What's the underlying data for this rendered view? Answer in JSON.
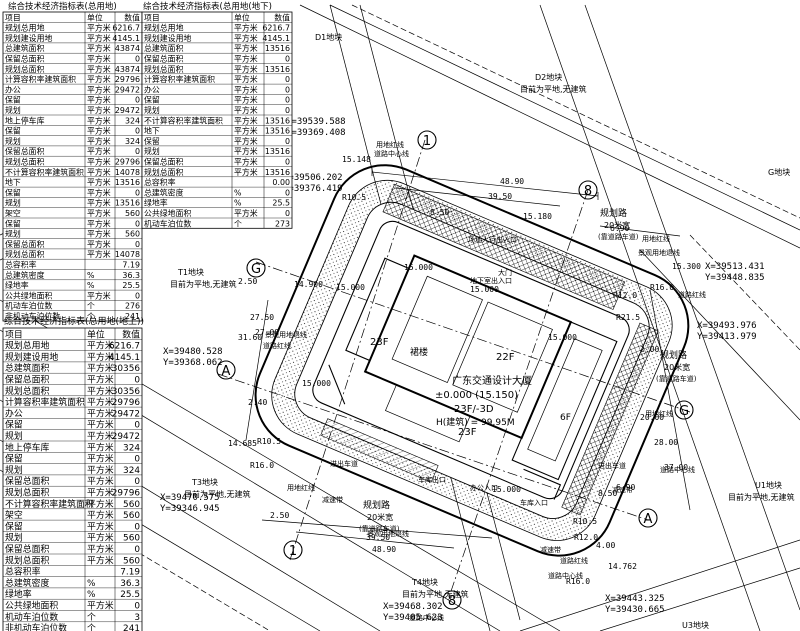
{
  "tables": {
    "header_left": "综合技术经济指标表(总用地)",
    "header_right": "综合技术经济指标表(总用地(地下)",
    "header_upper": "综合技术经济指标表(总用地(地上))",
    "col_item": "项目",
    "col_unit": "单位",
    "col_value": "数值",
    "rows_left": [
      [
        "规划总用地",
        "平方米",
        "6216.7"
      ],
      [
        "规划建设用地",
        "平方米",
        "4145.1"
      ],
      [
        "总建筑面积",
        "平方米",
        "43874"
      ],
      [
        "保留总面积",
        "平方米",
        "0"
      ],
      [
        "规划总面积",
        "平方米",
        "43874"
      ],
      [
        "计算容积率建筑面积",
        "平方米",
        "29796"
      ],
      [
        "办公",
        "平方米",
        "29472"
      ],
      [
        "保留",
        "平方米",
        "0"
      ],
      [
        "规划",
        "平方米",
        "29472"
      ],
      [
        "地上停车库",
        "平方米",
        "324"
      ],
      [
        "保留",
        "平方米",
        "0"
      ],
      [
        "规划",
        "平方米",
        "324"
      ],
      [
        "保留总面积",
        "平方米",
        "0"
      ],
      [
        "规划总面积",
        "平方米",
        "29796"
      ],
      [
        "不计算容积率建筑面积",
        "平方米",
        "14078"
      ],
      [
        "地下",
        "平方米",
        "13516"
      ],
      [
        "保留",
        "平方米",
        "0"
      ],
      [
        "规划",
        "平方米",
        "13516"
      ],
      [
        "架空",
        "平方米",
        "560"
      ],
      [
        "保留",
        "平方米",
        "0"
      ],
      [
        "规划",
        "平方米",
        "560"
      ],
      [
        "保留总面积",
        "平方米",
        "0"
      ],
      [
        "规划总面积",
        "平方米",
        "14078"
      ],
      [
        "总容积率",
        "",
        "7.19"
      ],
      [
        "总建筑密度",
        "%",
        "36.3"
      ],
      [
        "绿地率",
        "%",
        "25.5"
      ],
      [
        "公共绿地面积",
        "平方米",
        "0"
      ],
      [
        "机动车泊位数",
        "个",
        "276"
      ],
      [
        "非机动车泊位数",
        "个",
        "241"
      ]
    ],
    "rows_right": [
      [
        "规划总用地",
        "平方米",
        "6216.7"
      ],
      [
        "规划建设用地",
        "平方米",
        "4145.1"
      ],
      [
        "总建筑面积",
        "平方米",
        "13516"
      ],
      [
        "保留总面积",
        "平方米",
        "0"
      ],
      [
        "规划总面积",
        "平方米",
        "13516"
      ],
      [
        "计算容积率建筑面积",
        "平方米",
        "0"
      ],
      [
        "办公",
        "平方米",
        "0"
      ],
      [
        "保留",
        "平方米",
        "0"
      ],
      [
        "规划",
        "平方米",
        "0"
      ],
      [
        "不计算容积率建筑面积",
        "平方米",
        "13516"
      ],
      [
        "地下",
        "平方米",
        "13516"
      ],
      [
        "保留",
        "平方米",
        "0"
      ],
      [
        "规划",
        "平方米",
        "13516"
      ],
      [
        "保留总面积",
        "平方米",
        "0"
      ],
      [
        "规划总面积",
        "平方米",
        "13516"
      ],
      [
        "总容积率",
        "",
        "0.00"
      ],
      [
        "总建筑密度",
        "%",
        "0"
      ],
      [
        "绿地率",
        "%",
        "25.5"
      ],
      [
        "公共绿地面积",
        "平方米",
        "0"
      ],
      [
        "机动车泊位数",
        "个",
        "273"
      ]
    ],
    "rows_upper": [
      [
        "规划总用地",
        "平方米",
        "6216.7"
      ],
      [
        "规划建设用地",
        "平方米",
        "4145.1"
      ],
      [
        "总建筑面积",
        "平方米",
        "30356"
      ],
      [
        "保留总面积",
        "平方米",
        "0"
      ],
      [
        "规划总面积",
        "平方米",
        "30356"
      ],
      [
        "计算容积率建筑面积",
        "平方米",
        "29796"
      ],
      [
        "办公",
        "平方米",
        "29472"
      ],
      [
        "保留",
        "平方米",
        "0"
      ],
      [
        "规划",
        "平方米",
        "29472"
      ],
      [
        "地上停车库",
        "平方米",
        "324"
      ],
      [
        "保留",
        "平方米",
        "0"
      ],
      [
        "规划",
        "平方米",
        "324"
      ],
      [
        "保留总面积",
        "平方米",
        "0"
      ],
      [
        "规划总面积",
        "平方米",
        "29796"
      ],
      [
        "不计算容积率建筑面积",
        "平方米",
        "560"
      ],
      [
        "架空",
        "平方米",
        "560"
      ],
      [
        "保留",
        "平方米",
        "0"
      ],
      [
        "规划",
        "平方米",
        "560"
      ],
      [
        "保留总面积",
        "平方米",
        "0"
      ],
      [
        "规划总面积",
        "平方米",
        "560"
      ],
      [
        "总容积率",
        "",
        "7.19"
      ],
      [
        "总建筑密度",
        "%",
        "36.3"
      ],
      [
        "绿地率",
        "%",
        "25.5"
      ],
      [
        "公共绿地面积",
        "平方米",
        "0"
      ],
      [
        "机动车泊位数",
        "个",
        "3"
      ],
      [
        "非机动车泊位数",
        "个",
        "241"
      ]
    ]
  },
  "plan": {
    "building_name": "广东交通设计大厦",
    "elevation": "±0.000 (15.150)",
    "floors": "23F/-3D",
    "height": "H(建筑) = 99.95M",
    "floor_22": "22F",
    "floor_23a": "23F",
    "floor_23b": "23F",
    "floor_6": "6F",
    "bridge": "裙楼",
    "plots": [
      {
        "id": "d1",
        "text": "D1地块"
      },
      {
        "id": "d2",
        "text": "D2地块"
      },
      {
        "id": "d2s",
        "text": "目前为平地,无建筑"
      },
      {
        "id": "g",
        "text": "G地块"
      },
      {
        "id": "t1",
        "text": "T1地块"
      },
      {
        "id": "t1s",
        "text": "目前为平地,无建筑"
      },
      {
        "id": "t3",
        "text": "T3地块"
      },
      {
        "id": "t3s",
        "text": "目前为平地,无建筑"
      },
      {
        "id": "t4",
        "text": "T4地块"
      },
      {
        "id": "t4s",
        "text": "目前为平地,无建筑"
      },
      {
        "id": "u1",
        "text": "U1地块"
      },
      {
        "id": "u1s",
        "text": "目前为平地,无建筑"
      },
      {
        "id": "u3",
        "text": "U3地块"
      }
    ],
    "coords": [
      {
        "id": "c1a",
        "text": "X=39539.588"
      },
      {
        "id": "c1b",
        "text": "Y=39369.408"
      },
      {
        "id": "c2a",
        "text": "X=39506.202"
      },
      {
        "id": "c2b",
        "text": "Y=39376.419"
      },
      {
        "id": "c3a",
        "text": "X=39513.431"
      },
      {
        "id": "c3b",
        "text": "Y=39448.835"
      },
      {
        "id": "c4a",
        "text": "X=39493.976"
      },
      {
        "id": "c4b",
        "text": "Y=39413.979"
      },
      {
        "id": "c5a",
        "text": "X=39480.528"
      },
      {
        "id": "c5b",
        "text": "Y=39368.062"
      },
      {
        "id": "c6a",
        "text": "X=39470.575"
      },
      {
        "id": "c6b",
        "text": "Y=39346.945"
      },
      {
        "id": "c7a",
        "text": "X=39468.302"
      },
      {
        "id": "c7b",
        "text": "Y=39405.623"
      },
      {
        "id": "c8a",
        "text": "X=39443.325"
      },
      {
        "id": "c8b",
        "text": "Y=39430.665"
      }
    ],
    "labels": [
      {
        "id": "road1",
        "text": "规划路"
      },
      {
        "id": "road1w",
        "text": "20米宽"
      },
      {
        "id": "road1s",
        "text": "(靠道路车道)"
      },
      {
        "id": "road2",
        "text": "规划路"
      },
      {
        "id": "road2w",
        "text": "20米宽"
      },
      {
        "id": "road2s",
        "text": "(靠道路车道)"
      },
      {
        "id": "road3",
        "text": "规划路"
      },
      {
        "id": "road3w",
        "text": "20米宽"
      },
      {
        "id": "road3s",
        "text": "(靠道路车道)"
      },
      {
        "id": "red1",
        "text": "用地红线"
      },
      {
        "id": "red2",
        "text": "用地红线"
      },
      {
        "id": "red3",
        "text": "用地红线"
      },
      {
        "id": "red4",
        "text": "用地红线"
      },
      {
        "id": "road_red1",
        "text": "道路红线"
      },
      {
        "id": "road_red2",
        "text": "道路红线"
      },
      {
        "id": "road_red3",
        "text": "道路红线"
      },
      {
        "id": "center1",
        "text": "道路中心线"
      },
      {
        "id": "center2",
        "text": "道路中心线"
      },
      {
        "id": "center3",
        "text": "道路中心线"
      },
      {
        "id": "center4",
        "text": "道路中心线"
      },
      {
        "id": "plane1",
        "text": "景观用地退线"
      },
      {
        "id": "plane2",
        "text": "景观用地退线"
      },
      {
        "id": "plane3",
        "text": "景观用地退线"
      },
      {
        "id": "car_exit",
        "text": "车库出口"
      },
      {
        "id": "car_entry",
        "text": "车库入口"
      },
      {
        "id": "office_entry",
        "text": "办公入口"
      },
      {
        "id": "people_entry",
        "text": "场地人行出入口"
      },
      {
        "id": "car_out",
        "text": "进出车道"
      },
      {
        "id": "car_out2",
        "text": "进出车道"
      },
      {
        "id": "slow1",
        "text": "减速带"
      },
      {
        "id": "slow2",
        "text": "减速带"
      },
      {
        "id": "slow3",
        "text": "减速带"
      },
      {
        "id": "gate1",
        "text": "大门"
      },
      {
        "id": "bottom_entry",
        "text": "地下室出入口"
      }
    ],
    "dims": [
      {
        "id": "d4890t",
        "text": "48.90"
      },
      {
        "id": "d3950t",
        "text": "39.50"
      },
      {
        "id": "d690t",
        "text": "6.90"
      },
      {
        "id": "d850a",
        "text": "8.50"
      },
      {
        "id": "d690b",
        "text": "6.90"
      },
      {
        "id": "d4890b",
        "text": "48.90"
      },
      {
        "id": "d3950b",
        "text": "39.50"
      },
      {
        "id": "d250b",
        "text": "2.50"
      },
      {
        "id": "d850b",
        "text": "8.50"
      },
      {
        "id": "d2000a",
        "text": "20.00"
      },
      {
        "id": "d2800",
        "text": "28.00"
      },
      {
        "id": "d3700",
        "text": "37.00"
      },
      {
        "id": "d2750",
        "text": "27.50"
      },
      {
        "id": "d3160",
        "text": "31.60"
      },
      {
        "id": "d2700",
        "text": "27.00"
      },
      {
        "id": "d400",
        "text": "4.00"
      },
      {
        "id": "d1500a",
        "text": "15.000"
      },
      {
        "id": "d1500b",
        "text": "15.000"
      },
      {
        "id": "d1500c",
        "text": "15.000"
      },
      {
        "id": "d1500d",
        "text": "15.000"
      },
      {
        "id": "d1500e",
        "text": "15.000"
      },
      {
        "id": "d1500f",
        "text": "15.000"
      },
      {
        "id": "d15180",
        "text": "15.180"
      },
      {
        "id": "d15148",
        "text": "15.148"
      },
      {
        "id": "d15300",
        "text": "15.300"
      },
      {
        "id": "d14900",
        "text": "14.900"
      },
      {
        "id": "d14685",
        "text": "14.685"
      },
      {
        "id": "d14762",
        "text": "14.762"
      },
      {
        "id": "r105a",
        "text": "R10.5"
      },
      {
        "id": "r105b",
        "text": "R10.5"
      },
      {
        "id": "r105c",
        "text": "R10.5"
      },
      {
        "id": "r120a",
        "text": "R12.0"
      },
      {
        "id": "r120b",
        "text": "R12.0"
      },
      {
        "id": "r215",
        "text": "R21.5"
      },
      {
        "id": "r160a",
        "text": "R16.0"
      },
      {
        "id": "r160b",
        "text": "R16.0"
      },
      {
        "id": "r160c",
        "text": "R16.0"
      },
      {
        "id": "d240",
        "text": "2.40"
      },
      {
        "id": "d250a",
        "text": "2.50"
      },
      {
        "id": "d200",
        "text": "2.00"
      }
    ],
    "axes": [
      {
        "id": "ax1t",
        "text": "1"
      },
      {
        "id": "ax8t",
        "text": "8"
      },
      {
        "id": "axGl",
        "text": "G"
      },
      {
        "id": "axAl",
        "text": "A"
      },
      {
        "id": "axGr",
        "text": "G"
      },
      {
        "id": "axAr",
        "text": "A"
      },
      {
        "id": "ax1b",
        "text": "1"
      },
      {
        "id": "ax8b",
        "text": "8"
      }
    ]
  }
}
